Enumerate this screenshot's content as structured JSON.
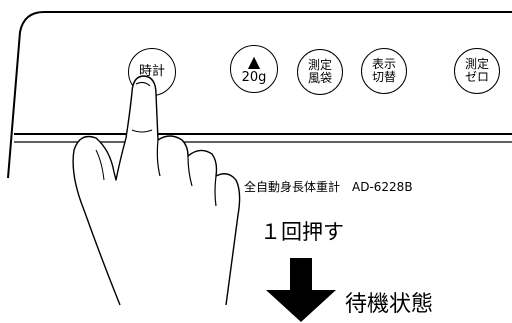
{
  "panel": {
    "buttons": [
      {
        "line1": "時計",
        "line2": ""
      },
      {
        "line1": "▲",
        "line2": "20g"
      },
      {
        "line1": "測定",
        "line2": "風袋"
      },
      {
        "line1": "表示",
        "line2": "切替"
      },
      {
        "line1": "測定",
        "line2": "ゼロ"
      }
    ],
    "model_label": "全自動身長体重計　AD-6228B"
  },
  "instruction": {
    "step": "１回押す",
    "result": "待機状態"
  }
}
